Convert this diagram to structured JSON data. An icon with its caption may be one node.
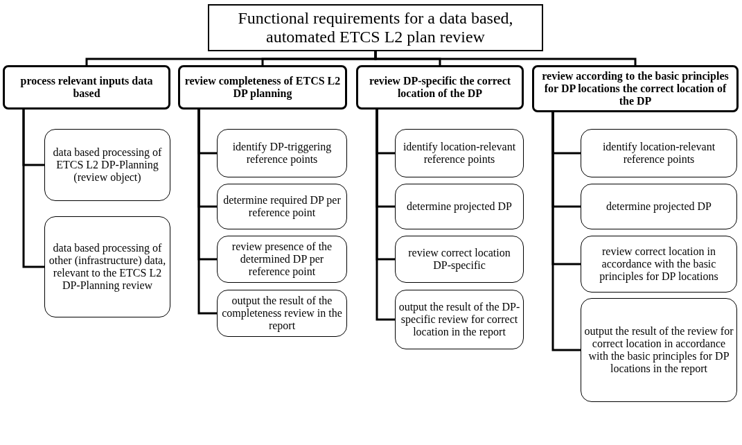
{
  "diagram": {
    "nodes": [
      {
        "text": [
          "Functional requirements for a data based, automated ETCS L2 plan review"
        ]
      },
      {
        "text": [
          "process relevant inputs data based"
        ]
      },
      {
        "text": [
          "data based processing of ETCS L2 DP-Planning (review object)"
        ]
      },
      {
        "text": [
          "data based processing of other (infrastructure) data, relevant to the ETCS L2 DP-Planning review"
        ]
      },
      {
        "text": [
          "review completeness of ETCS L2 DP planning"
        ]
      },
      {
        "text": [
          "identify DP-triggering reference points"
        ]
      },
      {
        "text": [
          "determine required DP per reference point"
        ]
      },
      {
        "text": [
          "review presence of the determined DP per reference point"
        ]
      },
      {
        "text": [
          "output the result of the completeness review in the report"
        ]
      },
      {
        "text": [
          "review DP-specific the correct location of the DP"
        ]
      },
      {
        "text": [
          "identify location-relevant reference points"
        ]
      },
      {
        "text": [
          "determine projected DP"
        ]
      },
      {
        "text": [
          "review correct location DP-specific"
        ]
      },
      {
        "text": [
          "output the result of the DP-specific review for correct location in the report"
        ]
      },
      {
        "text": [
          "review according to the basic principles for DP locations the correct location of the DP"
        ]
      },
      {
        "text": [
          "identify location-relevant reference points"
        ]
      },
      {
        "text": [
          "determine projected DP"
        ]
      },
      {
        "text": [
          "review correct location in accordance with the basic principles for DP locations"
        ]
      },
      {
        "text": [
          "output the result of the review for correct location in accordance with the basic principles for DP locations in the report"
        ]
      }
    ],
    "edges": [
      {
        "from": 0,
        "to": 1,
        "arrow": "none"
      },
      {
        "from": 0,
        "to": 4,
        "arrow": "none"
      },
      {
        "from": 0,
        "to": 9,
        "arrow": "none"
      },
      {
        "from": 0,
        "to": 14,
        "arrow": "none"
      },
      {
        "from": 1,
        "to": 2,
        "arrow": "none"
      },
      {
        "from": 1,
        "to": 3,
        "arrow": "none"
      },
      {
        "from": 4,
        "to": 5,
        "arrow": "none"
      },
      {
        "from": 4,
        "to": 6,
        "arrow": "none"
      },
      {
        "from": 4,
        "to": 7,
        "arrow": "none"
      },
      {
        "from": 4,
        "to": 8,
        "arrow": "none"
      },
      {
        "from": 9,
        "to": 10,
        "arrow": "none"
      },
      {
        "from": 9,
        "to": 11,
        "arrow": "none"
      },
      {
        "from": 9,
        "to": 12,
        "arrow": "none"
      },
      {
        "from": 9,
        "to": 13,
        "arrow": "none"
      },
      {
        "from": 14,
        "to": 15,
        "arrow": "none"
      },
      {
        "from": 14,
        "to": 16,
        "arrow": "none"
      },
      {
        "from": 14,
        "to": 17,
        "arrow": "none"
      },
      {
        "from": 14,
        "to": 18,
        "arrow": "none"
      }
    ]
  }
}
